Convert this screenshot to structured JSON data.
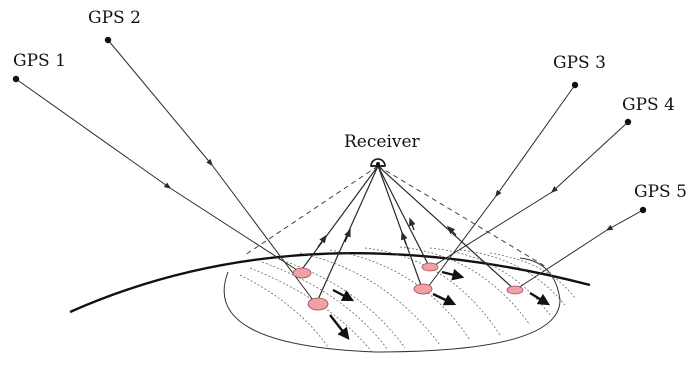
{
  "satellites": [
    {
      "id": "gps1",
      "label": "GPS 1"
    },
    {
      "id": "gps2",
      "label": "GPS 2"
    },
    {
      "id": "gps3",
      "label": "GPS 3"
    },
    {
      "id": "gps4",
      "label": "GPS 4"
    },
    {
      "id": "gps5",
      "label": "GPS 5"
    }
  ],
  "receiver": {
    "label": "Receiver"
  },
  "colors": {
    "line": "#2a2a2a",
    "reflection_spot_fill": "#f2a0a8",
    "reflection_spot_stroke": "#9a4a55",
    "background": "#ffffff"
  }
}
